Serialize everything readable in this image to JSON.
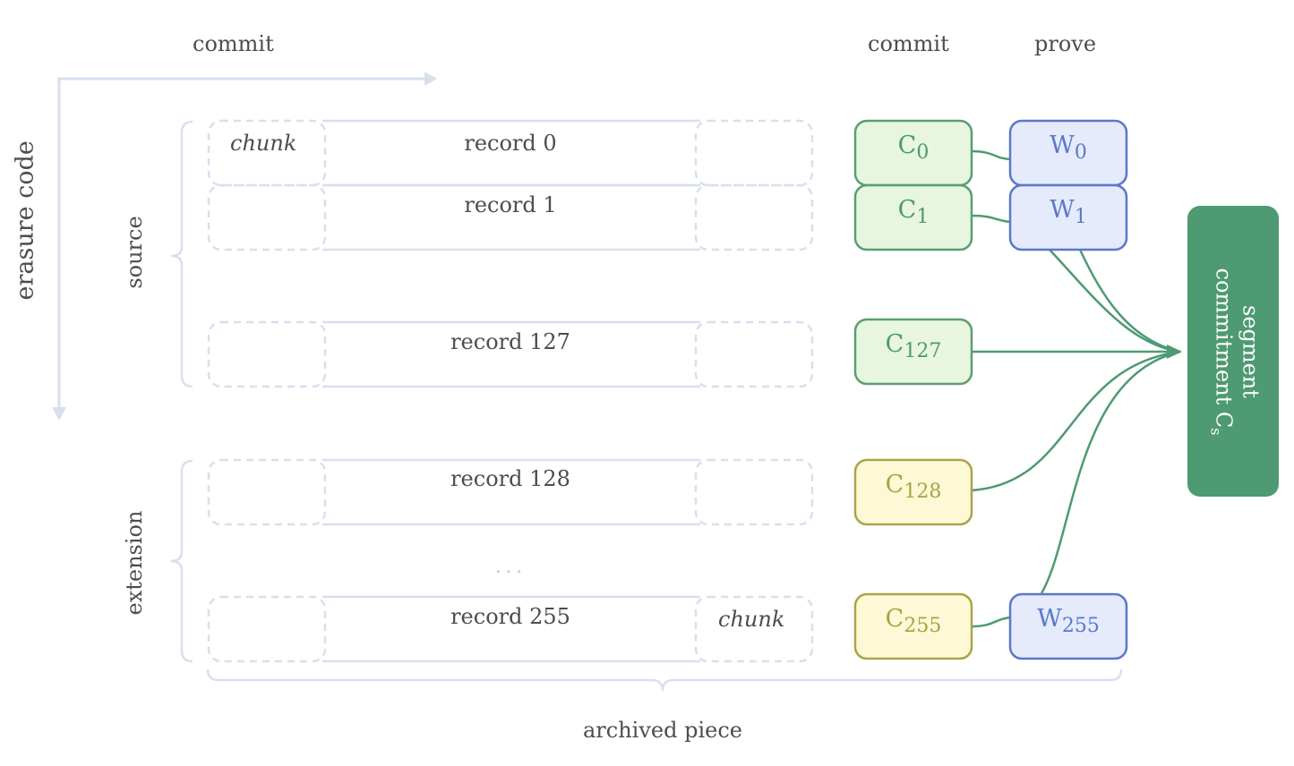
{
  "headers": {
    "left_commit": "commit",
    "right_commit": "commit",
    "prove": "prove"
  },
  "axis": {
    "vertical_label": "erasure code"
  },
  "groups": {
    "source": "source",
    "extension": "extension"
  },
  "records": [
    {
      "label": "record 0"
    },
    {
      "label": "record 1"
    },
    {
      "label": "record 127"
    },
    {
      "label": "record 128"
    },
    {
      "label": "record 255"
    }
  ],
  "chunk_labels": {
    "first": "chunk",
    "last": "chunk"
  },
  "ellipsis": "...",
  "commitments": [
    {
      "base": "C",
      "sub": "0",
      "kind": "source"
    },
    {
      "base": "C",
      "sub": "1",
      "kind": "source"
    },
    {
      "base": "C",
      "sub": "127",
      "kind": "source"
    },
    {
      "base": "C",
      "sub": "128",
      "kind": "extension"
    },
    {
      "base": "C",
      "sub": "255",
      "kind": "extension"
    }
  ],
  "witnesses": [
    {
      "base": "W",
      "sub": "0"
    },
    {
      "base": "W",
      "sub": "1"
    },
    {
      "base": "W",
      "sub": "255"
    }
  ],
  "segment": {
    "line1": "segment",
    "line2": "commitment C",
    "sub": "s"
  },
  "footer": "archived piece",
  "colors": {
    "source_fill": "#e8f6df",
    "source_stroke": "#5a9e72",
    "extension_fill": "#fdf9d6",
    "extension_stroke": "#aaa44a",
    "witness_fill": "#e5ebfb",
    "witness_stroke": "#5b78c9",
    "segment_fill": "#4e9a72",
    "guide": "#d9dfee"
  }
}
